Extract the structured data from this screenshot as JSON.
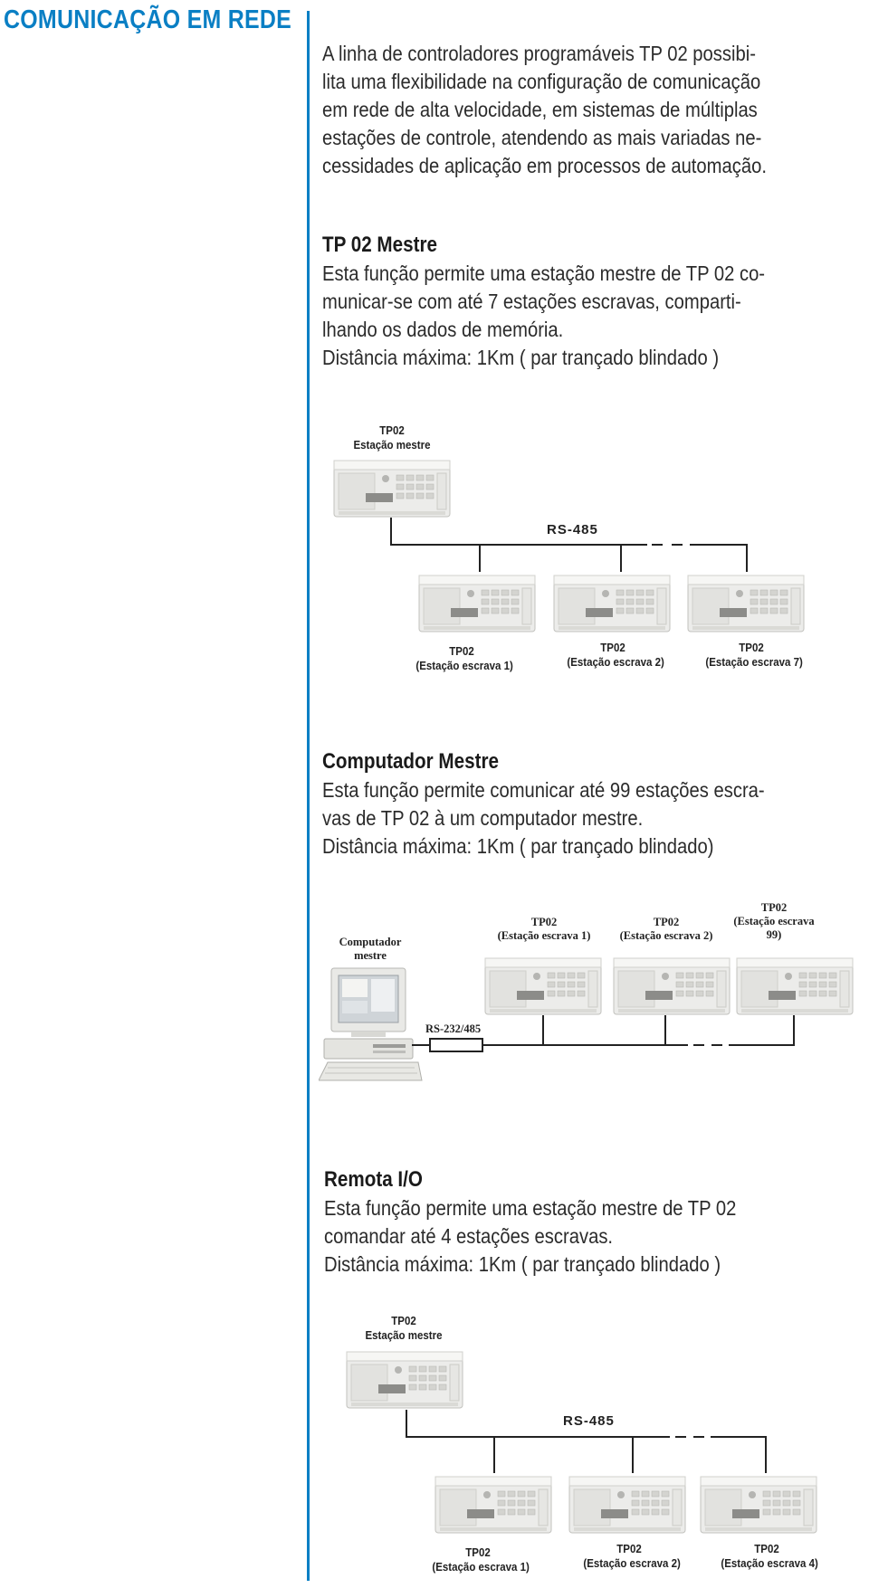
{
  "header": {
    "title": "COMUNICAÇÃO EM REDE"
  },
  "intro": {
    "lines": [
      "A linha de controladores programáveis TP 02 possibi-",
      "lita uma flexibilidade na configuração de comunicação",
      "em rede de alta velocidade, em sistemas de múltiplas",
      "estações de controle, atendendo as mais variadas ne-",
      "cessidades de aplicação em processos de automação."
    ]
  },
  "sections": [
    {
      "title": "TP 02 Mestre",
      "lines": [
        "Esta função permite uma estação mestre de TP 02 co-",
        "municar-se com até 7 estações escravas, comparti-",
        "lhando os dados de memória.",
        "Distância máxima: 1Km ( par trançado blindado )"
      ],
      "diagram": {
        "master_label": [
          "TP02",
          "Estação mestre"
        ],
        "bus_label": "RS-485",
        "slaves": [
          [
            "TP02",
            "(Estação escrava 1)"
          ],
          [
            "TP02",
            "(Estação escrava 2)"
          ],
          [
            "TP02",
            "(Estação escrava 7)"
          ]
        ]
      }
    },
    {
      "title": "Computador Mestre",
      "lines": [
        "Esta função permite comunicar até 99 estações escra-",
        "vas de TP 02 à um computador mestre.",
        "Distância máxima: 1Km ( par trançado blindado)"
      ],
      "diagram": {
        "master_label": [
          "Computador",
          "mestre"
        ],
        "bus_label": "RS-232/485",
        "slaves": [
          [
            "TP02",
            "(Estação escrava 1)"
          ],
          [
            "TP02",
            "(Estação escrava 2)"
          ],
          [
            "TP02",
            "(Estação escrava",
            "99)"
          ]
        ]
      }
    },
    {
      "title": "Remota I/O",
      "lines": [
        "Esta função permite uma estação mestre de TP 02",
        "comandar até 4 estações escravas.",
        "Distância máxima: 1Km ( par trançado blindado )"
      ],
      "diagram": {
        "master_label": [
          "TP02",
          "Estação mestre"
        ],
        "bus_label": "RS-485",
        "slaves": [
          [
            "TP02",
            "(Estação escrava 1)"
          ],
          [
            "TP02",
            "(Estação escrava 2)"
          ],
          [
            "TP02",
            "(Estação escrava  4)"
          ]
        ]
      }
    }
  ],
  "colors": {
    "accent": "#0a7fc4",
    "text": "#2b2b2b",
    "device": "#e8e8e6"
  },
  "icons": {
    "plc": "plc-controller-icon",
    "computer": "desktop-computer-icon"
  }
}
